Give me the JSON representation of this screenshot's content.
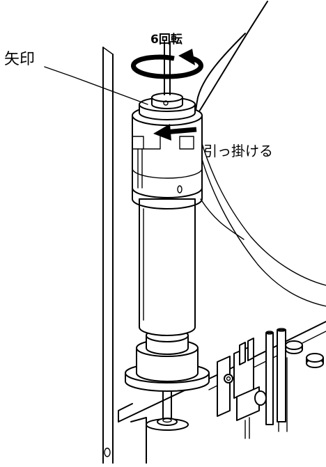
{
  "labels": {
    "rotation": "6回転",
    "arrow_mark": "矢印",
    "hook": "引っ掛ける"
  }
}
